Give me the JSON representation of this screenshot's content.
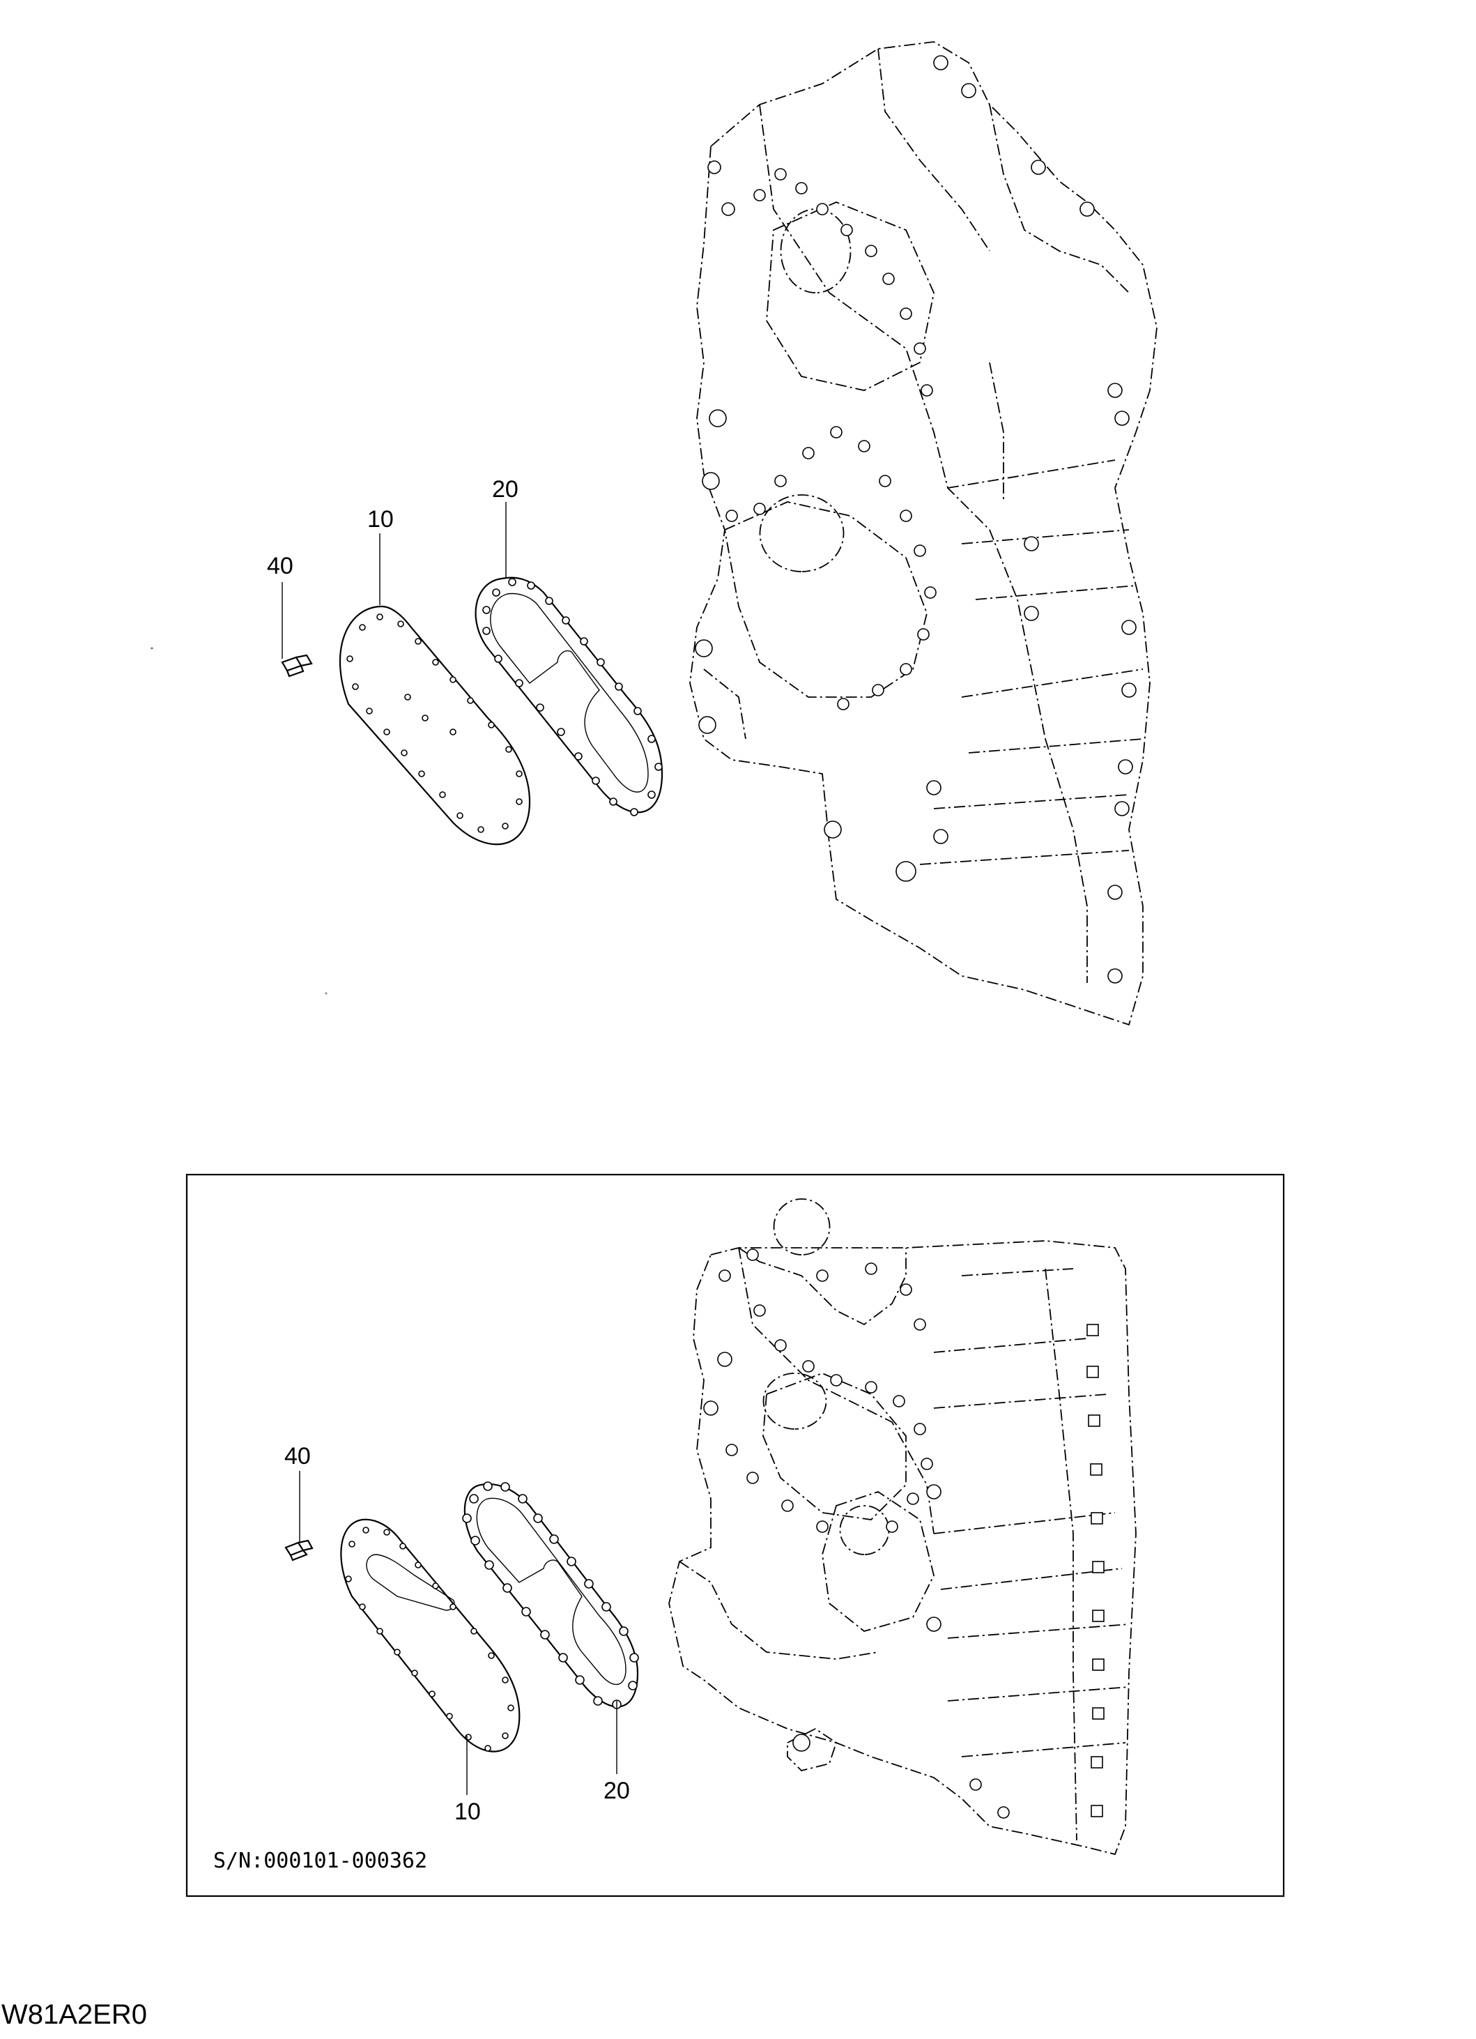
{
  "top_view": {
    "callouts": [
      {
        "id": "cover",
        "text": "10"
      },
      {
        "id": "gasket",
        "text": "20"
      },
      {
        "id": "bolt",
        "text": "40"
      }
    ]
  },
  "bottom_view": {
    "callouts": [
      {
        "id": "bolt",
        "text": "40"
      },
      {
        "id": "cover",
        "text": "10"
      },
      {
        "id": "gasket",
        "text": "20"
      }
    ],
    "serial_range": "S/N:000101-000362"
  },
  "drawing_code": "W81A2ER0",
  "colors": {
    "line": "#000000",
    "background": "#ffffff"
  }
}
